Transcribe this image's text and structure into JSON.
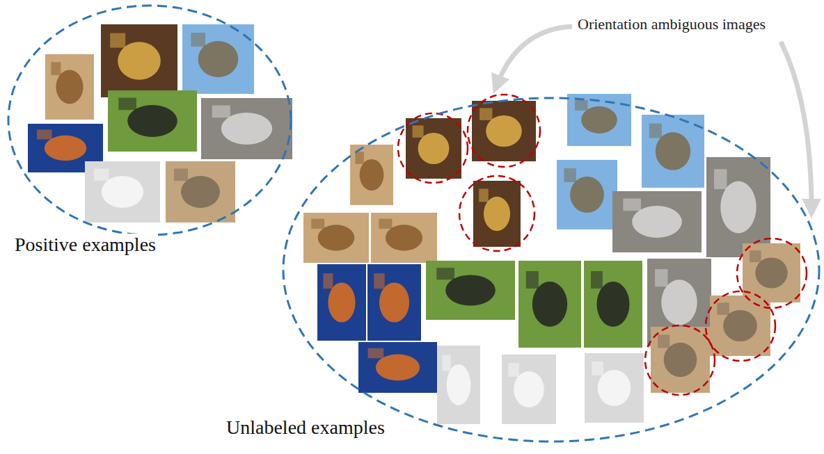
{
  "diagram": {
    "nodes": [
      {
        "text": [
          "Positive examples"
        ]
      },
      {
        "text": [
          "Unlabeled examples"
        ]
      }
    ],
    "labels": [
      "Orientation ambiguous images"
    ]
  }
}
